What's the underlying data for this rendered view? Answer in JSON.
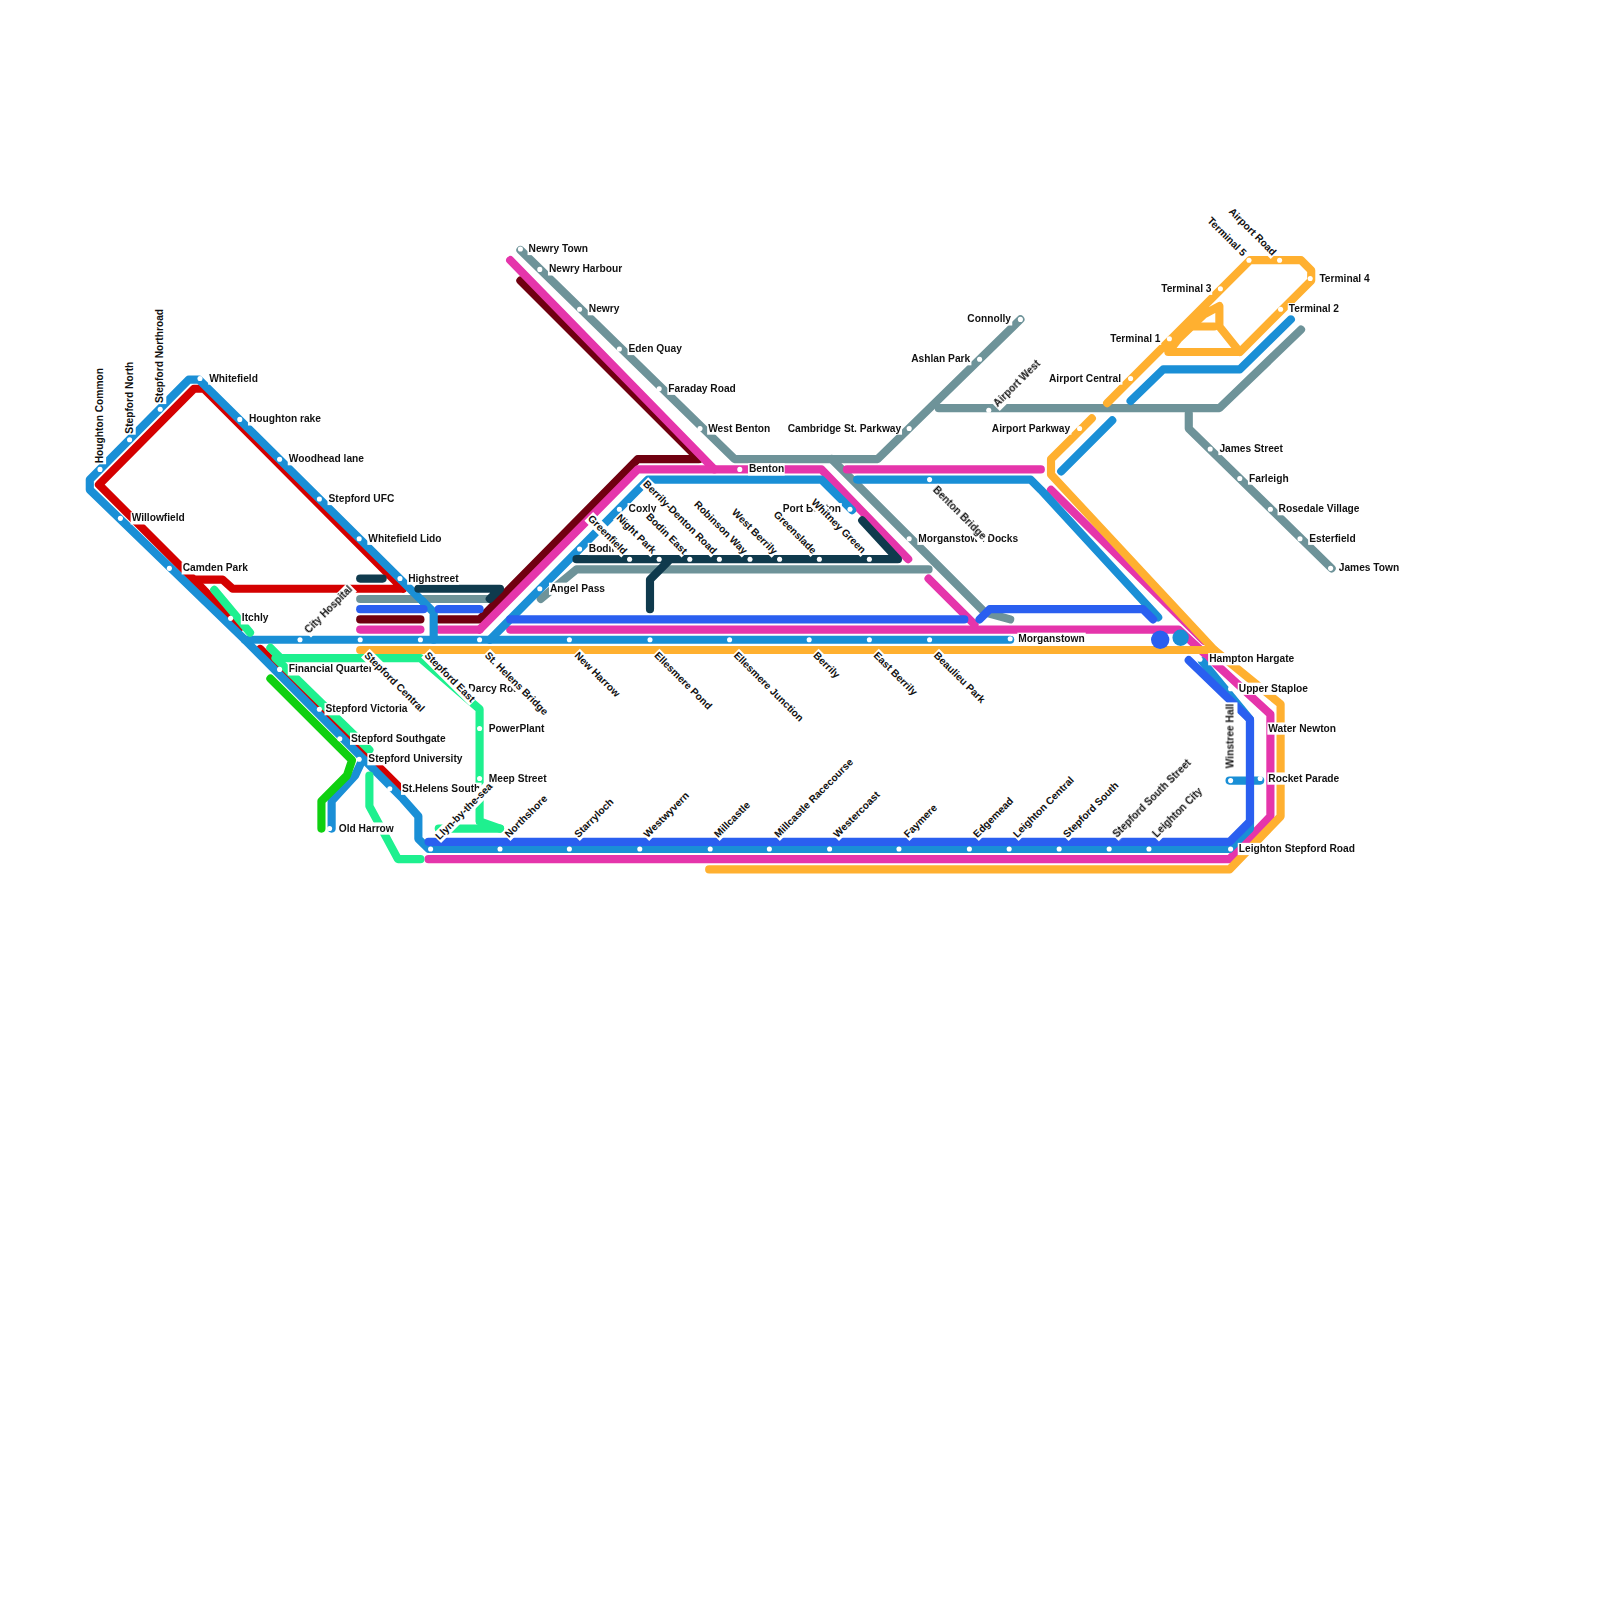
{
  "diagram": {
    "labels": [
      "Newry Town",
      "Newry Harbour",
      "Newry",
      "Eden Quay",
      "Faraday Road",
      "West Benton",
      "Benton",
      "Coxly",
      "Bodin",
      "Angel Pass",
      "Highstreet",
      "Whitefield",
      "Houghton rake",
      "Woodhead lane",
      "Stepford UFC",
      "Whitefield Lido",
      "Willowfield",
      "Camden Park",
      "Itchly",
      "Financial Quarter",
      "Stepford Victoria",
      "Stepford Southgate",
      "Stepford University",
      "St.Helens South",
      "Old Harrow",
      "Darcy Road",
      "PowerPlant",
      "Meep Street",
      "Port Benton",
      "Morganstown Docks",
      "Cambridge St. Parkway",
      "Ashlan Park",
      "Connolly",
      "James Street",
      "Farleigh",
      "Rosedale Village",
      "Esterfield",
      "James Town",
      "Terminal 4",
      "Terminal 2",
      "Terminal 3",
      "Terminal 1",
      "Airport Central",
      "Airport Parkway",
      "Morganstown",
      "Hampton Hargate",
      "Upper Staploe",
      "Water Newton",
      "Rocket Parade",
      "Leighton Stepford Road",
      "Winstree Hall",
      "Houghton Common",
      "Stepford North",
      "Stepford Northroad",
      "Stepford Central",
      "Stepford East",
      "St. Helens Bridge",
      "New Harrow",
      "Ellesmere Pond",
      "Ellesmere Junction",
      "Berrily",
      "East Berrily",
      "Beaulieu Park",
      "Benton Bridge",
      "Greenfield",
      "Night Park",
      "Bodin East",
      "Berrily-Denton Road",
      "Robinson Way",
      "West Berrily",
      "Greenslade",
      "Whitney Green",
      "City Hospital",
      "Llyn-by-the-sea",
      "Northshore",
      "Starryloch",
      "Westwyvern",
      "Millcastle",
      "Millcastle Racecourse",
      "Westercoast",
      "Faymere",
      "Edgemead",
      "Leighton Central",
      "Stepford South",
      "Stepford South Street",
      "Leighton City",
      "Airport West",
      "Airport Road",
      "Terminal 5"
    ]
  }
}
